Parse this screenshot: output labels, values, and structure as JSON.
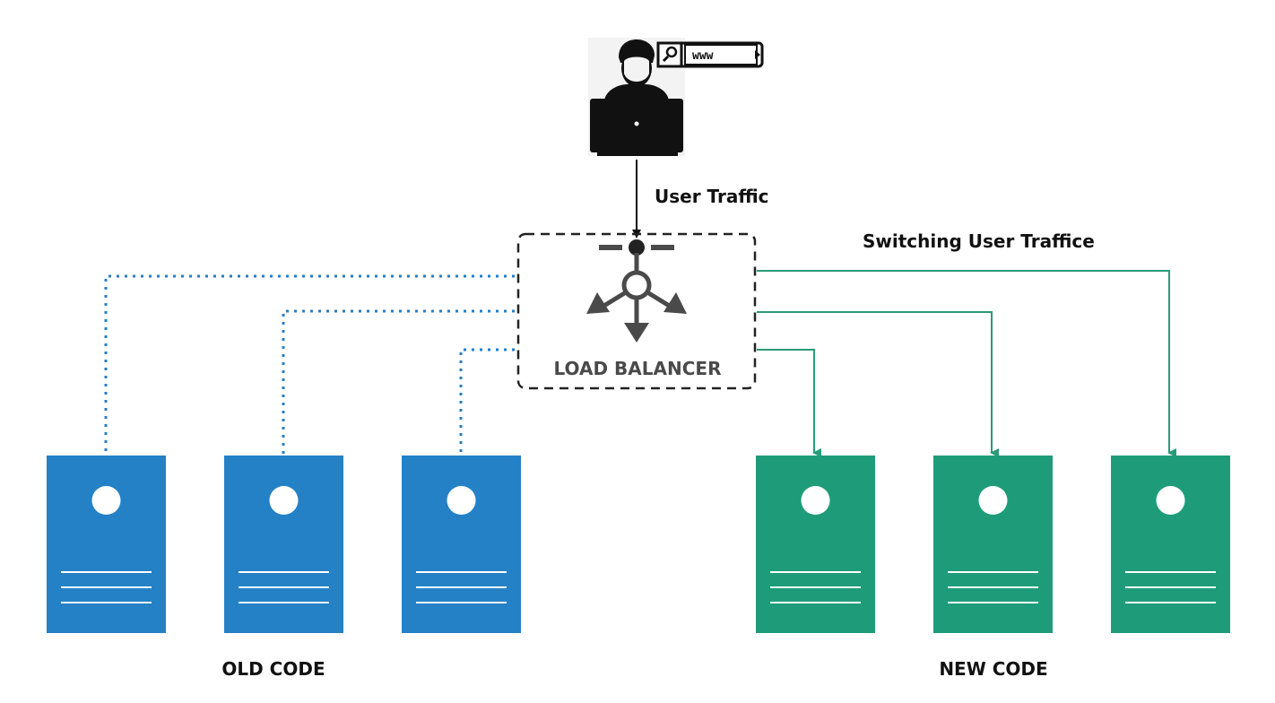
{
  "user": {
    "icon": "user-laptop-icon",
    "browser_bar": {
      "icon": "search-icon",
      "address": "www"
    }
  },
  "labels": {
    "user_traffic": "User Traffic",
    "switching_traffic": "Switching User Traffice",
    "load_balancer": "LOAD BALANCER",
    "old_code": "OLD CODE",
    "new_code": "NEW CODE"
  },
  "load_balancer": {
    "icon": "load-balancer-icon"
  },
  "server_groups": [
    {
      "name": "old",
      "count": 3,
      "color": "#2481c6",
      "connection": "dotted"
    },
    {
      "name": "new",
      "count": 3,
      "color": "#1e9c7a",
      "connection": "solid-arrow"
    }
  ],
  "colors": {
    "old_server": "#2481c6",
    "new_server": "#1e9c7a",
    "old_link": "#2a7cc4",
    "new_link": "#2a9a78",
    "lb_icon": "#4a4a4a",
    "text": "#111111"
  }
}
